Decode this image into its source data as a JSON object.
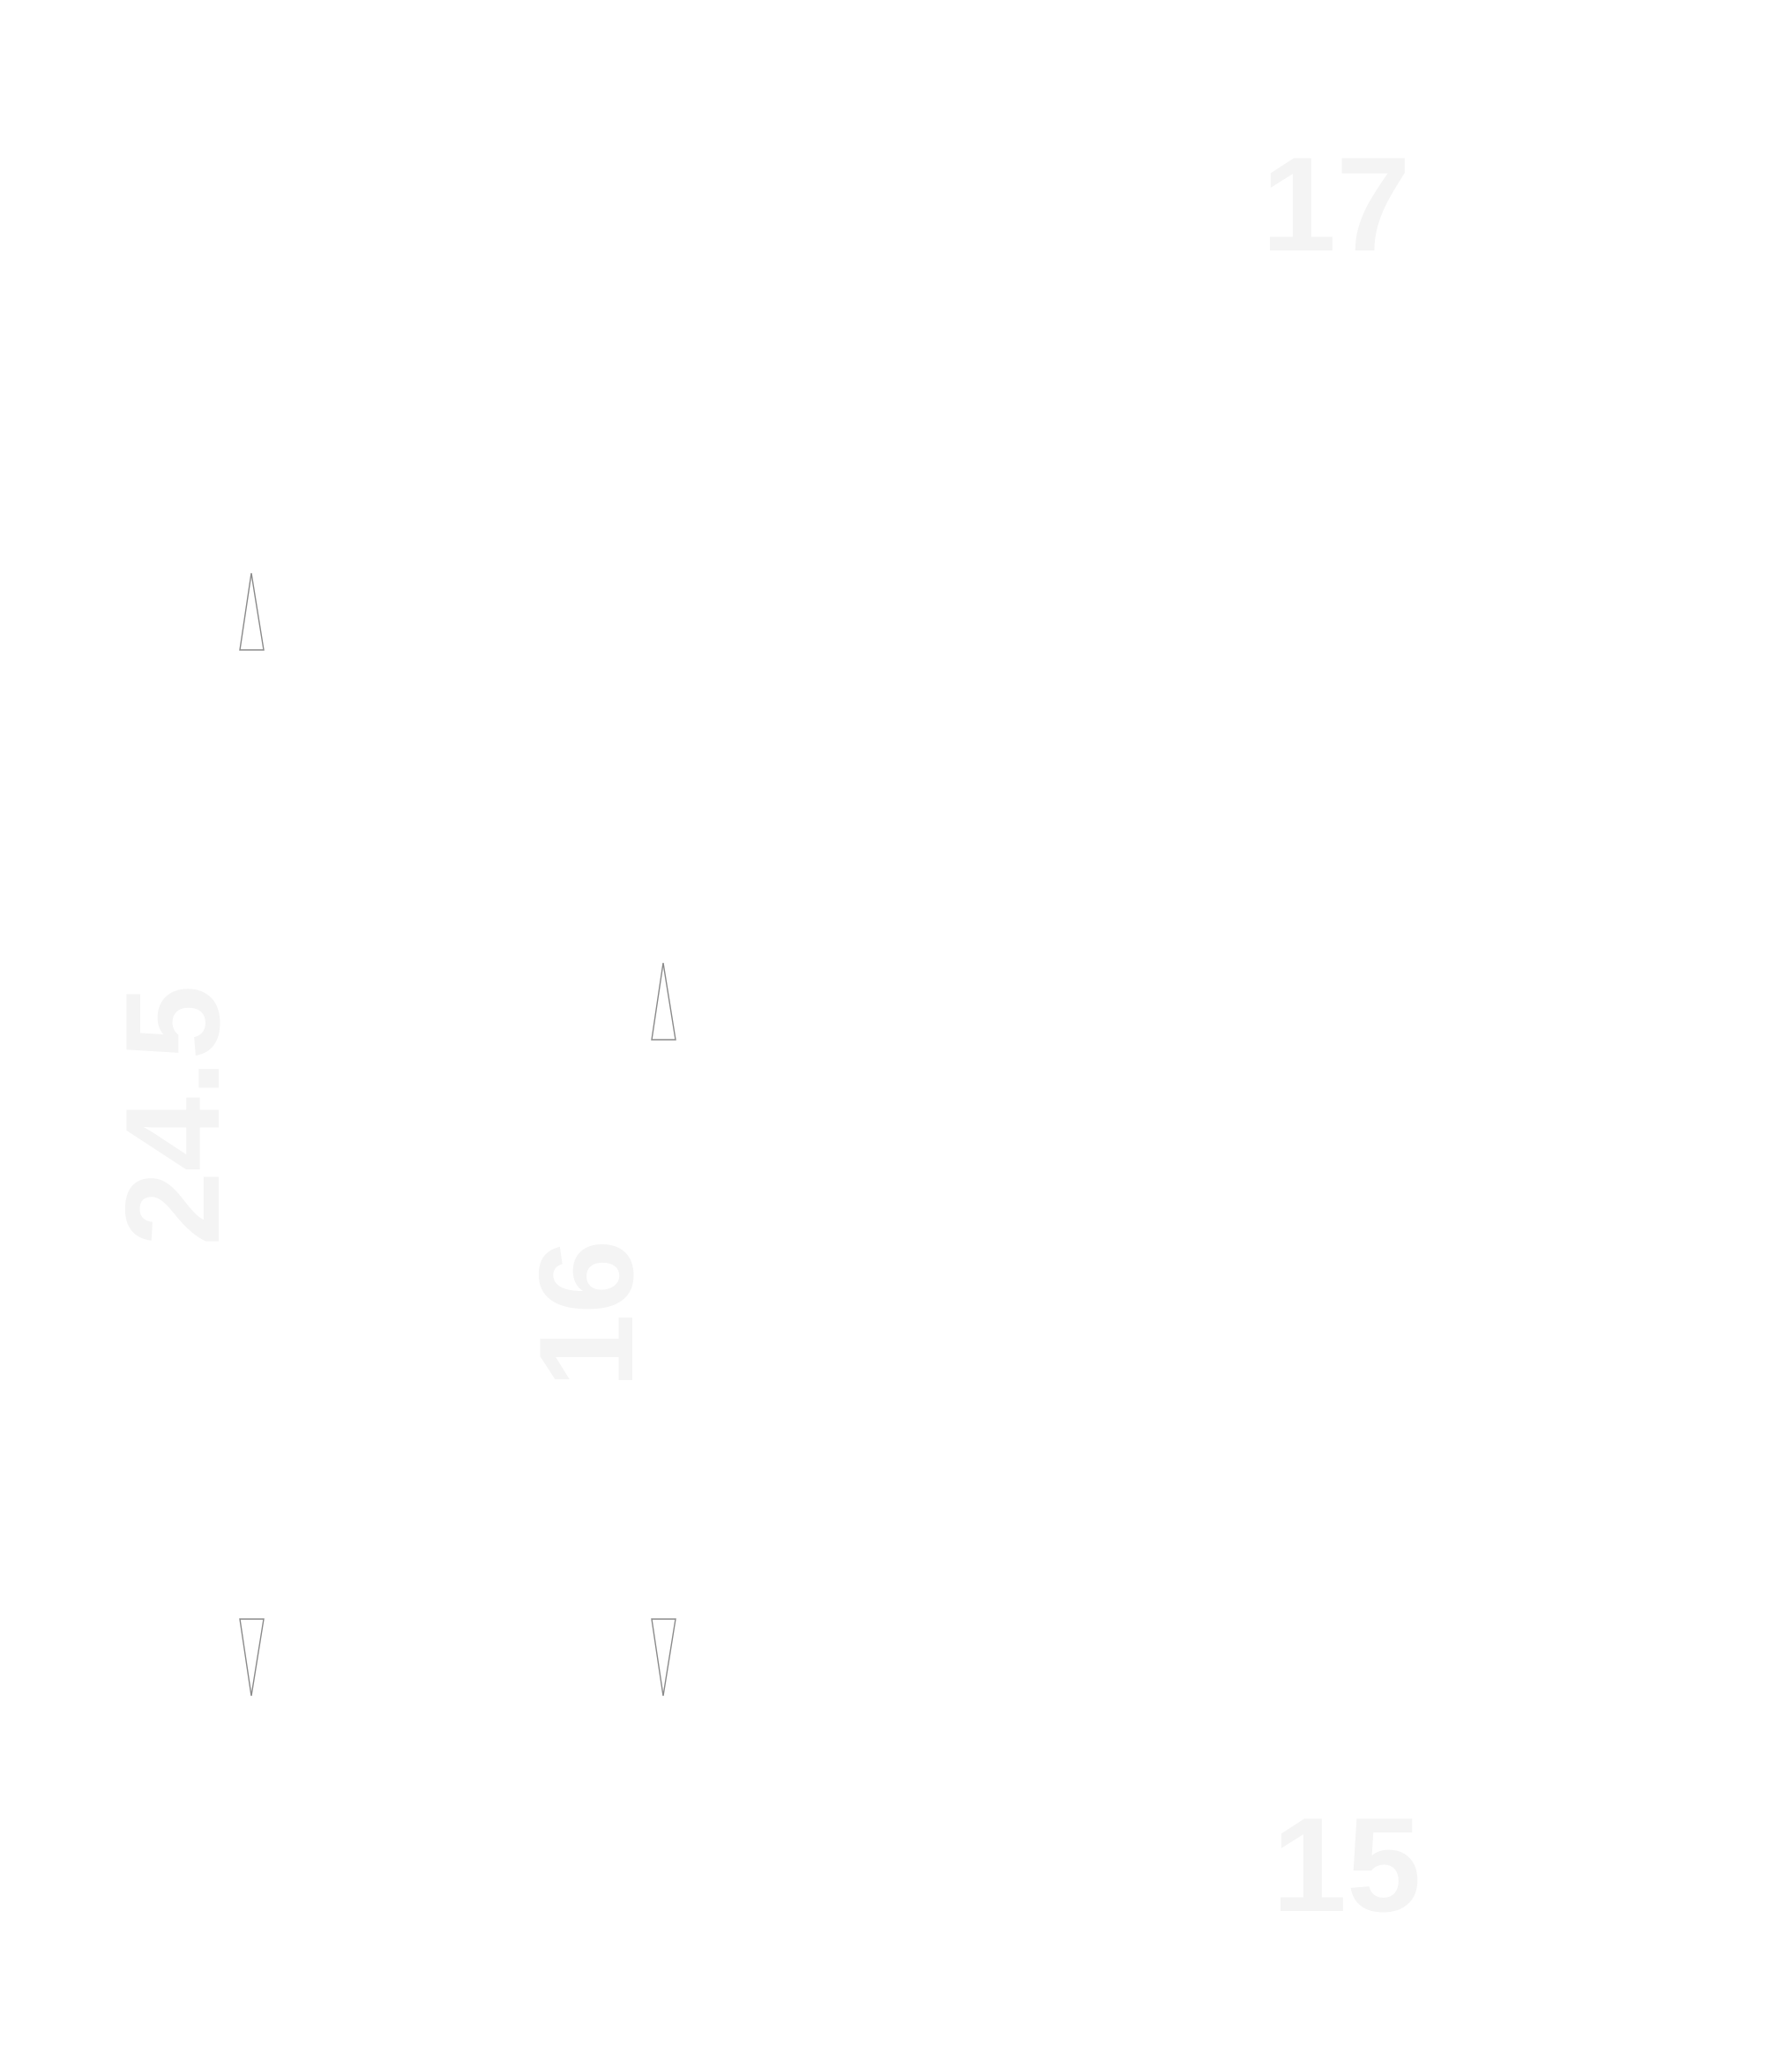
{
  "dimensions": {
    "top": "17",
    "bottom": "15",
    "left_height": "24.5",
    "inner_height": "16"
  },
  "colors": {
    "label": "#f4f4f4",
    "arrow_stroke": "#8a8a8a",
    "background": "#ffffff"
  }
}
